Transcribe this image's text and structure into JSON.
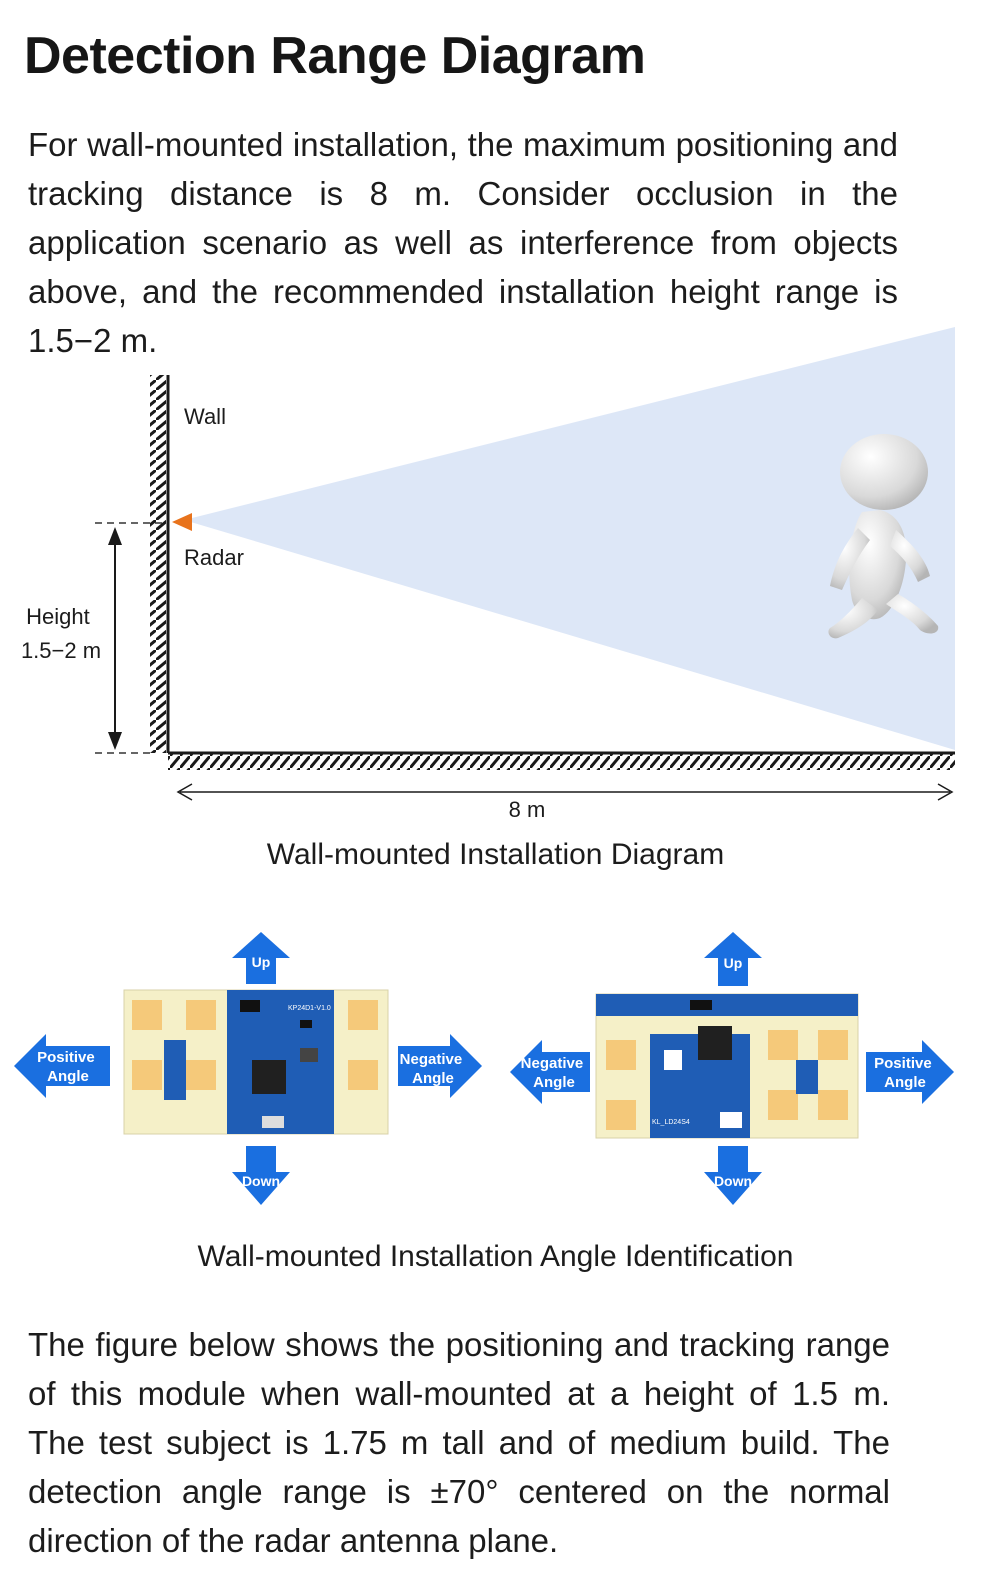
{
  "title": "Detection Range Diagram",
  "intro": "For wall-mounted installation, the maximum positioning and tracking distance is 8 m. Consider occlusion in the application scenario as well as interference from objects above, and the recommended installation height range is 1.5−2 m.",
  "install_diagram": {
    "wall_label": "Wall",
    "radar_label": "Radar",
    "height_label_line1": "Height",
    "height_label_line2": "1.5−2 m",
    "distance_label": "8 m",
    "caption": "Wall-mounted Installation Diagram",
    "beam_color": "#dde7f7",
    "radar_color": "#e8731c"
  },
  "angle_diagram": {
    "left_module": {
      "up": "Up",
      "down": "Down",
      "left_line1": "Positive",
      "left_line2": "Angle",
      "right_line1": "Negative",
      "right_line2": "Angle",
      "board_label": "KP24D1-V1.0"
    },
    "right_module": {
      "up": "Up",
      "down": "Down",
      "left_line1": "Negative",
      "left_line2": "Angle",
      "right_line1": "Positive",
      "right_line2": "Angle",
      "board_label": "KL_LD24S4"
    },
    "caption": "Wall-mounted Installation Angle Identification",
    "arrow_color": "#1a6fe0"
  },
  "outro": "The figure below shows the positioning and tracking range of this module when wall-mounted at a height of 1.5 m. The test subject is 1.75 m tall and of medium build. The detection angle range is ±70° centered on the normal direction of the radar antenna plane."
}
